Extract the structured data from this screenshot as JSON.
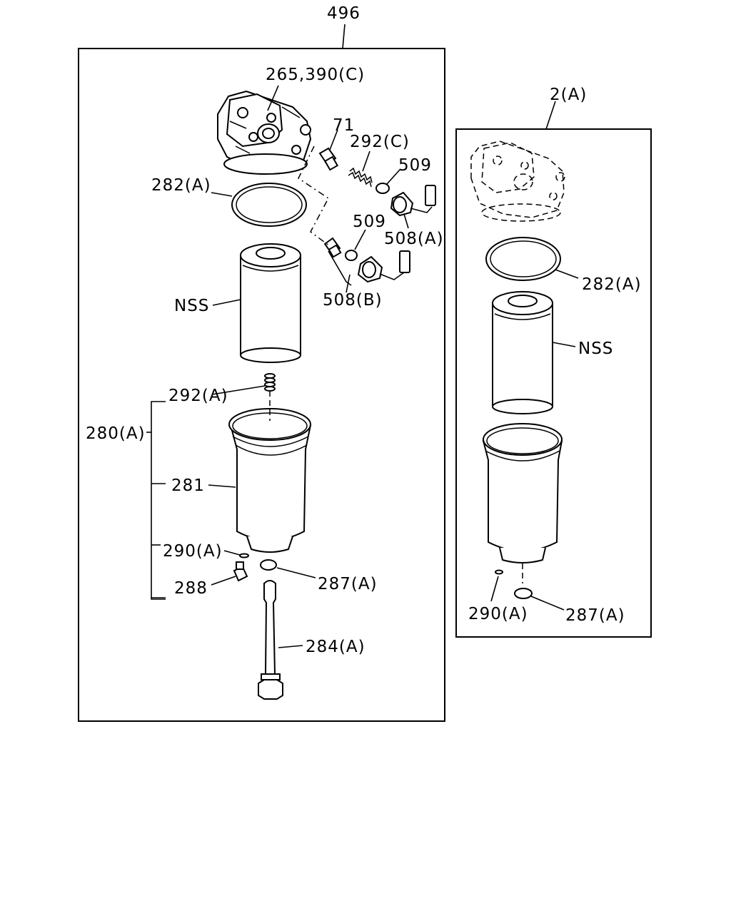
{
  "main_assembly": {
    "number": "496",
    "labels": {
      "housing": "265,390(C)",
      "adapter": "71",
      "spring_c": "292(C)",
      "oring_upper": "509",
      "sensor_a": "508(A)",
      "oring_lower": "509",
      "sensor_b": "508(B)",
      "gasket": "282(A)",
      "element": "NSS",
      "spring_a": "292(A)",
      "case_assembly": "280(A)",
      "case": "281",
      "drain_oring": "290(A)",
      "drain_plug": "288",
      "bottom_seal": "287(A)",
      "center_bolt": "284(A)"
    }
  },
  "alt_assembly": {
    "number": "2(A)",
    "labels": {
      "gasket": "282(A)",
      "element": "NSS",
      "drain_oring": "290(A)",
      "bottom_seal": "287(A)"
    }
  }
}
